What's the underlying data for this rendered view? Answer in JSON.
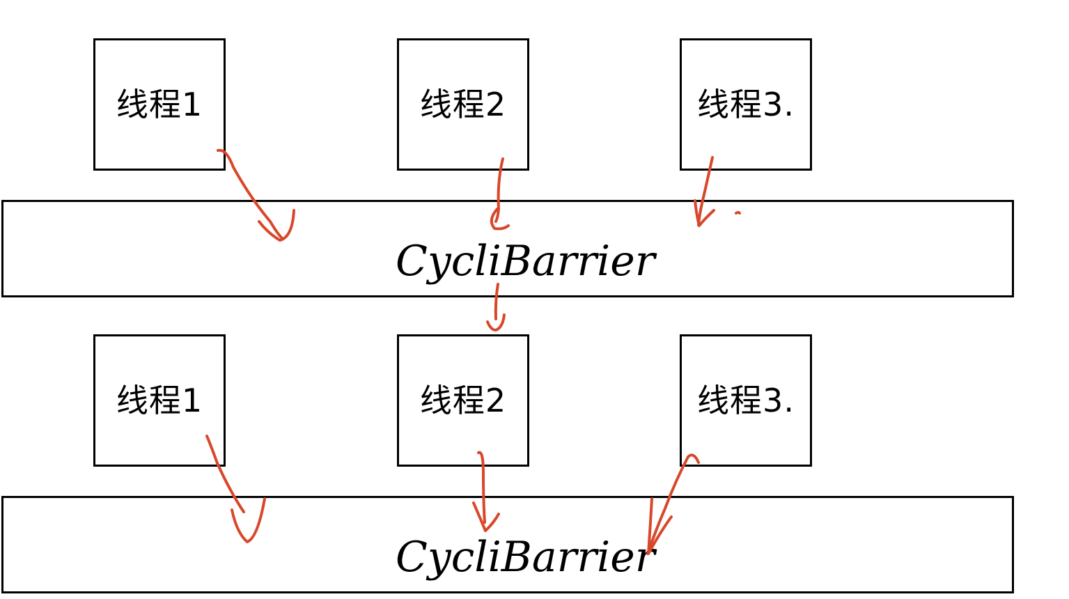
{
  "colors": {
    "outline": "#000000",
    "arrow": "#d9472b"
  },
  "phases": [
    {
      "threads": [
        {
          "label": "线程1"
        },
        {
          "label": "线程2"
        },
        {
          "label": "线程3."
        }
      ],
      "barrier": {
        "label": "CycliBarrier"
      }
    },
    {
      "threads": [
        {
          "label": "线程1"
        },
        {
          "label": "线程2"
        },
        {
          "label": "线程3."
        }
      ],
      "barrier": {
        "label": "CycliBarrier"
      }
    }
  ]
}
